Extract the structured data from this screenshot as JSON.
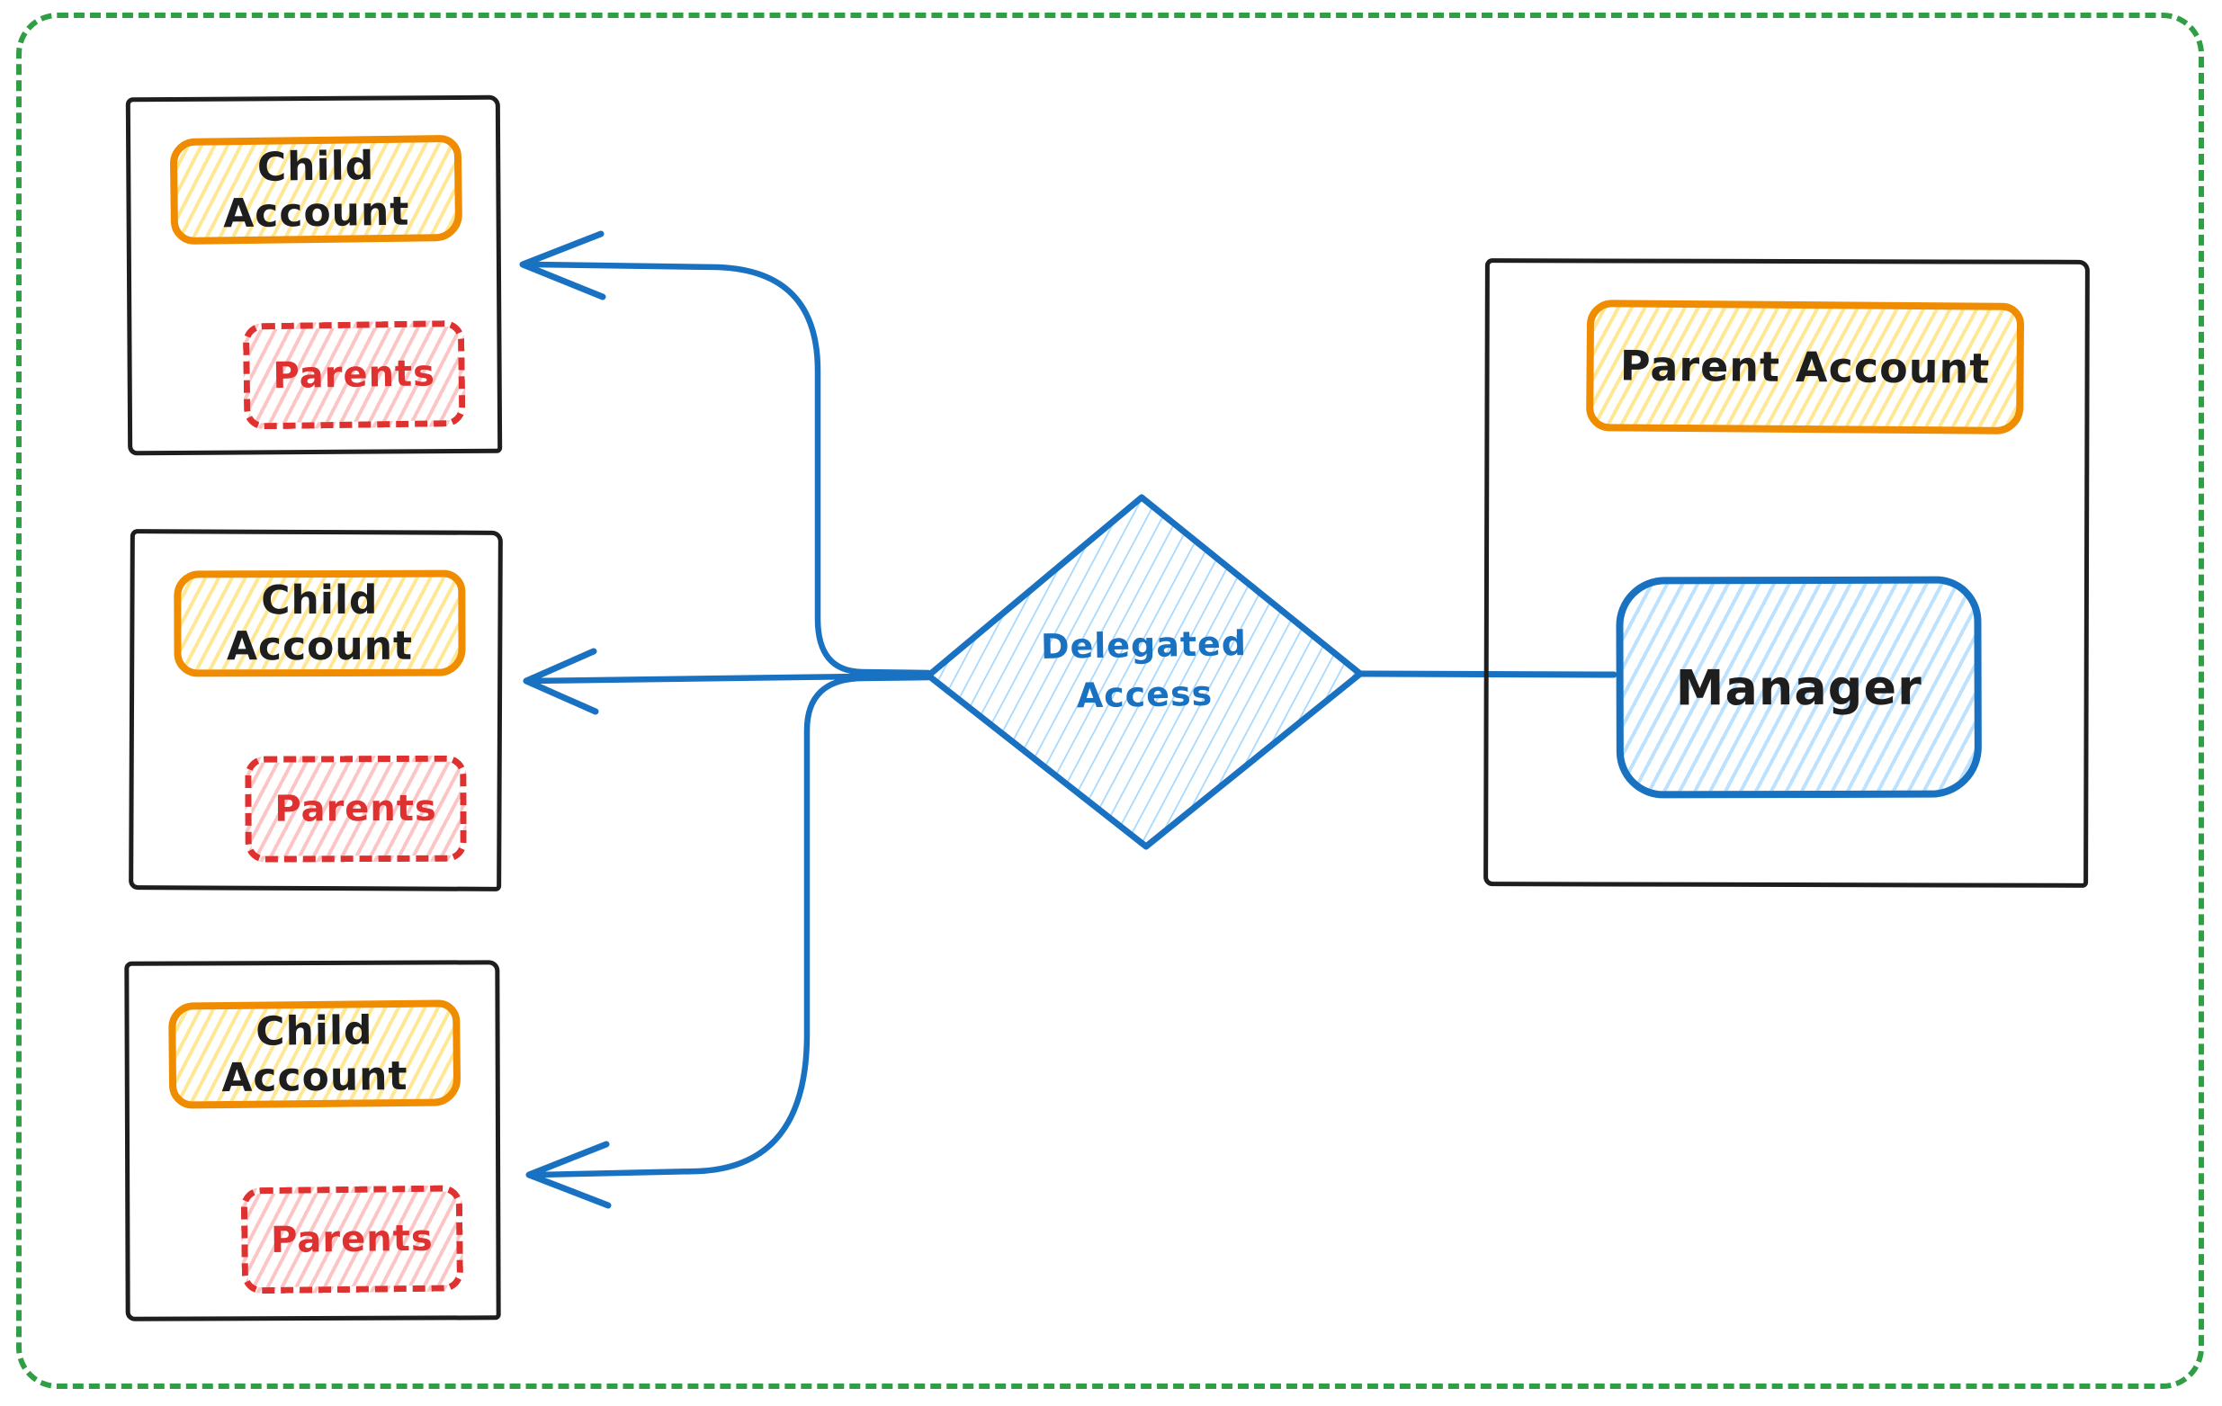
{
  "diagram": {
    "type": "account-hierarchy-flow",
    "child_accounts": [
      {
        "title": "Child Account",
        "tag": "Parents"
      },
      {
        "title": "Child Account",
        "tag": "Parents"
      },
      {
        "title": "Child Account",
        "tag": "Parents"
      }
    ],
    "parent_account": {
      "title": "Parent Account",
      "role": "Manager"
    },
    "decision_node": {
      "line1": "Delegated",
      "line2": "Access"
    },
    "colors": {
      "canvas_border": "#2f9e44",
      "frame_stroke": "#1e1e1e",
      "account_pill_stroke": "#f08c00",
      "account_pill_hatch": "#ffd43b",
      "parents_stroke": "#e03131",
      "parents_hatch": "#ffc9c9",
      "connector_stroke": "#1971c2",
      "connector_hatch": "#a5d8ff"
    }
  }
}
